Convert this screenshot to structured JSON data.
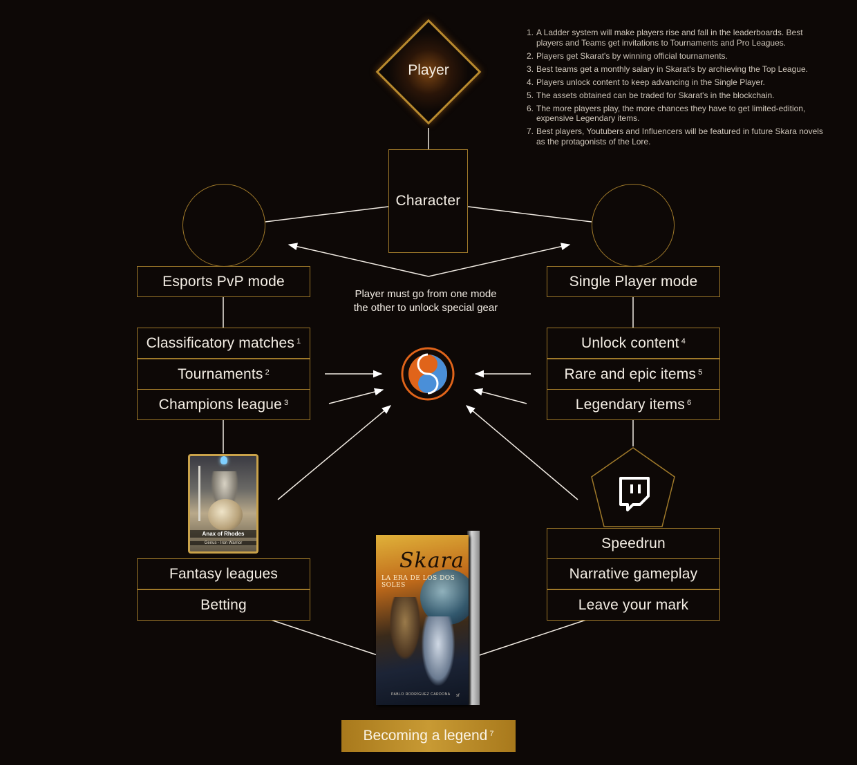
{
  "player": {
    "label": "Player"
  },
  "character": {
    "label": "Character"
  },
  "modes": {
    "esports": "Esports PvP mode",
    "single": "Single Player mode",
    "caption_line1": "Player must go from one mode",
    "caption_line2": "the other to unlock special gear"
  },
  "esports_items": [
    {
      "label": "Classificatory matches",
      "ref": "1"
    },
    {
      "label": "Tournaments",
      "ref": "2"
    },
    {
      "label": "Champions league",
      "ref": "3"
    }
  ],
  "single_items": [
    {
      "label": "Unlock content",
      "ref": "4"
    },
    {
      "label": "Rare and epic items",
      "ref": "5"
    },
    {
      "label": "Legendary items",
      "ref": "6"
    }
  ],
  "fantasy_items": [
    {
      "label": "Fantasy leagues"
    },
    {
      "label": "Betting"
    }
  ],
  "stream_items": [
    {
      "label": "Speedrun"
    },
    {
      "label": "Narrative gameplay"
    },
    {
      "label": "Leave your mark"
    }
  ],
  "card": {
    "name": "Anax of Rhodes",
    "subtitle": "Genus - Iron Warrior"
  },
  "book": {
    "title": "Skara",
    "subtitle": "LA ERA DE LOS DOS SOLES",
    "author": "PABLO RODRÍGUEZ CARDONA",
    "publisher": "sf"
  },
  "legend": {
    "label": "Becoming a legend",
    "ref": "7"
  },
  "notes": [
    {
      "num": "1.",
      "text": "A Ladder system will make players rise and fall in the leaderboards. Best players and Teams get invitations to Tournaments and Pro Leagues."
    },
    {
      "num": "2.",
      "text": "Players get Skarat's by winning official tournaments."
    },
    {
      "num": "3.",
      "text": "Best teams get a monthly salary in Skarat's by archieving the Top League."
    },
    {
      "num": "4.",
      "text": "Players unlock content to keep advancing in the Single Player."
    },
    {
      "num": "5.",
      "text": "The assets obtained can be traded for Skarat's in the blockchain."
    },
    {
      "num": "6.",
      "text": "The more players play, the more chances they have to get limited-edition, expensive Legendary items."
    },
    {
      "num": "7.",
      "text": "Best players, Youtubers and Influencers will be featured in future Skara novels as the protagonists of the Lore."
    }
  ],
  "icons": {
    "logo": "skara-logo-icon",
    "twitch": "twitch-icon"
  },
  "colors": {
    "background": "#0d0806",
    "gold_border": "#a07a2a",
    "legend_gold": "#c89a34",
    "logo_orange": "#e0641a",
    "logo_blue": "#4a8fd8"
  }
}
